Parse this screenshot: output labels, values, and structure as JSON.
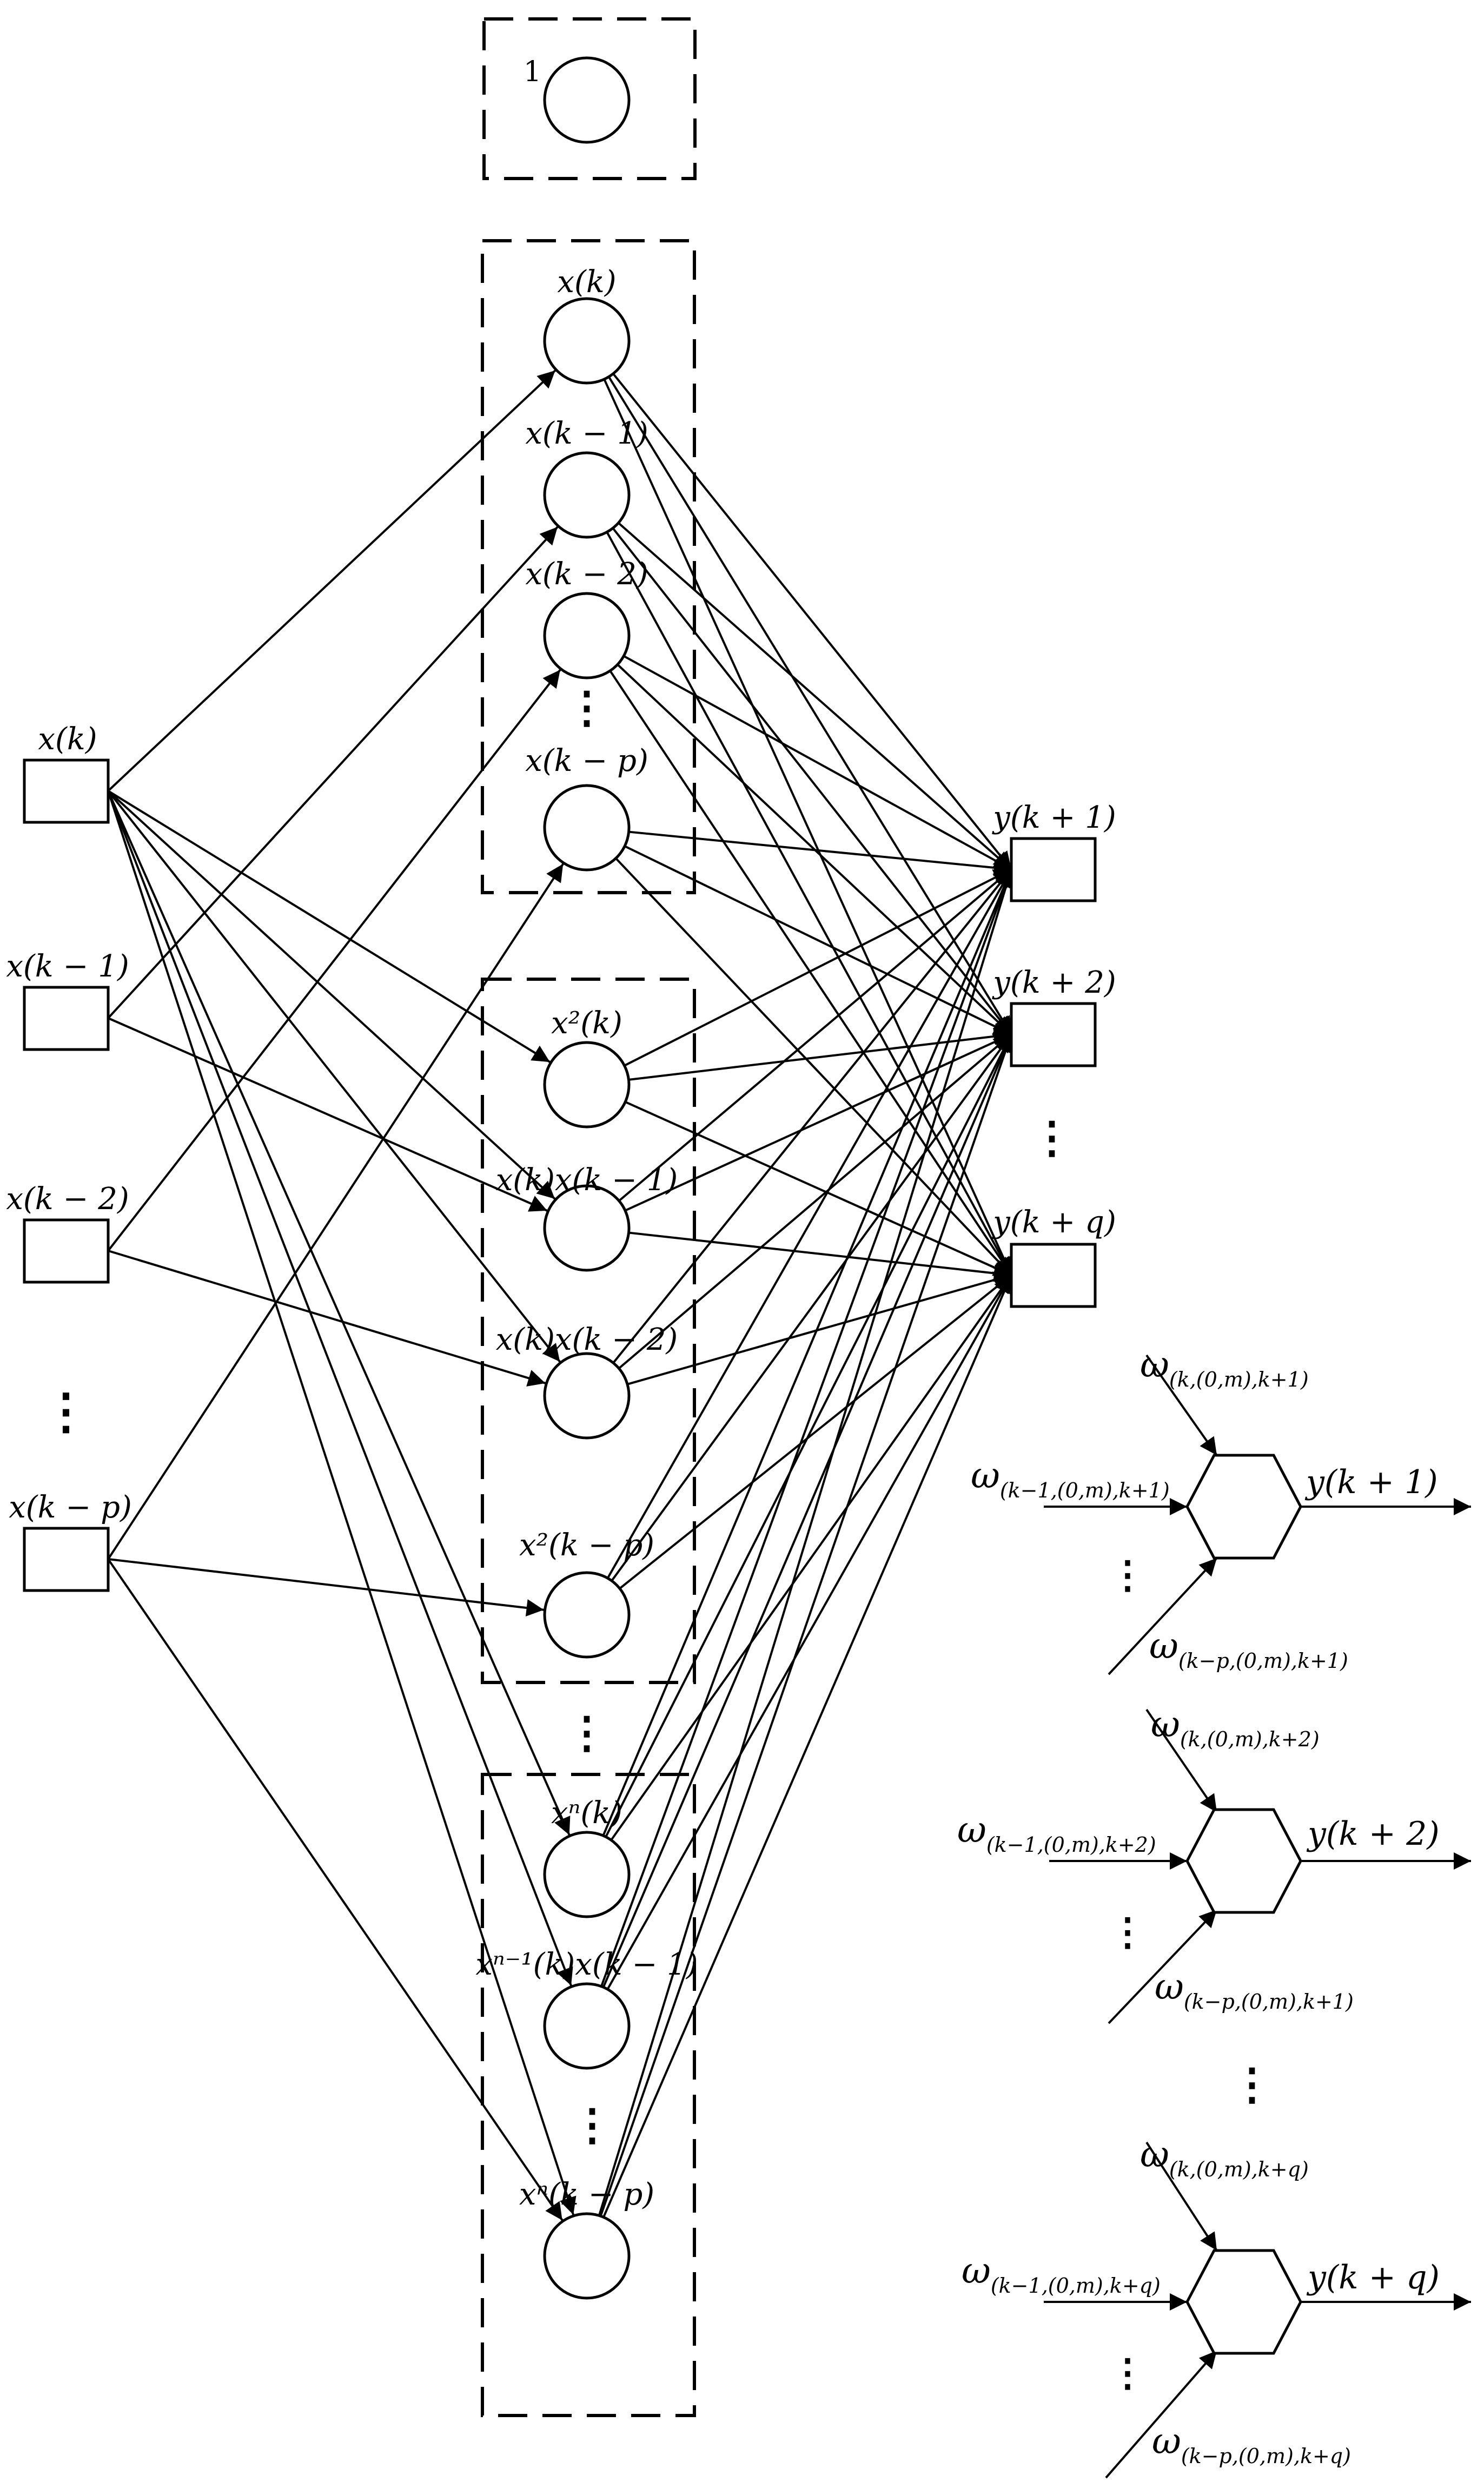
{
  "colors": {
    "stroke": "#000000",
    "background": "#ffffff"
  },
  "inputs": [
    {
      "label": "x(k)"
    },
    {
      "label": "x(k − 1)"
    },
    {
      "label": "x(k − 2)"
    },
    {
      "label": "⋮"
    },
    {
      "label": "x(k − p)"
    }
  ],
  "bias": {
    "label": "1"
  },
  "hidden_linear": [
    {
      "label": "x(k)"
    },
    {
      "label": "x(k − 1)"
    },
    {
      "label": "x(k − 2)"
    },
    {
      "label": "⋮"
    },
    {
      "label": "x(k − p)"
    }
  ],
  "hidden_quadratic": [
    {
      "label": "x²(k)"
    },
    {
      "label": "x(k)x(k − 1)"
    },
    {
      "label": "x(k)x(k − 2)"
    },
    {
      "label": "x²(k − p)"
    }
  ],
  "group_ellipsis": "⋮",
  "hidden_order_n": [
    {
      "label": "xⁿ(k)"
    },
    {
      "label": "xⁿ⁻¹(k)x(k − 1)"
    },
    {
      "label": "⋮"
    },
    {
      "label": "xⁿ(k − p)"
    }
  ],
  "outputs": [
    {
      "label": "y(k + 1)"
    },
    {
      "label": "y(k + 2)"
    },
    {
      "label": "⋮"
    },
    {
      "label": "y(k + q)"
    }
  ],
  "neuron_details": [
    {
      "w_top": {
        "main": "ω",
        "sub": "(k,(0,m),k+1)"
      },
      "w_mid": {
        "main": "ω",
        "sub": "(k−1,(0,m),k+1)"
      },
      "w_bot": {
        "main": "ω",
        "sub": "(k−p,(0,m),k+1)"
      },
      "ellipsis": "⋮",
      "output": "y(k + 1)"
    },
    {
      "w_top": {
        "main": "ω",
        "sub": "(k,(0,m),k+2)"
      },
      "w_mid": {
        "main": "ω",
        "sub": "(k−1,(0,m),k+2)"
      },
      "w_bot": {
        "main": "ω",
        "sub": "(k−p,(0,m),k+1)"
      },
      "ellipsis": "⋮",
      "output": "y(k + 2)"
    },
    {
      "w_top": {
        "main": "ω",
        "sub": "(k,(0,m),k+q)"
      },
      "w_mid": {
        "main": "ω",
        "sub": "(k−1,(0,m),k+q)"
      },
      "w_bot": {
        "main": "ω",
        "sub": "(k−p,(0,m),k+q)"
      },
      "ellipsis": "⋮",
      "output": "y(k + q)"
    }
  ],
  "details_ellipsis": "⋮"
}
